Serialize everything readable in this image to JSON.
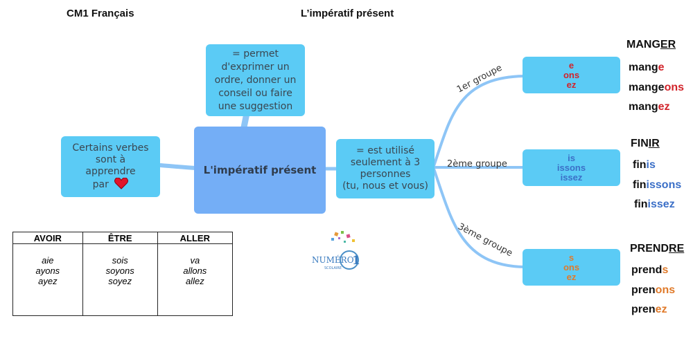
{
  "header": {
    "subject": "CM1 Français",
    "title": "L’impératif présent"
  },
  "nodes": {
    "center": "L'impératif présent",
    "definition": [
      "= permet",
      "d'exprimer un",
      "ordre, donner un",
      "conseil ou faire",
      "une suggestion"
    ],
    "usage": [
      "=  est utilisé",
      "seulement à 3",
      "personnes",
      "(tu, nous et vous)"
    ],
    "memorize": [
      "Certains verbes",
      "sont à",
      "apprendre",
      "par"
    ]
  },
  "branches": [
    {
      "label": "1er groupe",
      "endings": [
        "e",
        "ons",
        "ez"
      ],
      "color": "#d2232a"
    },
    {
      "label": "2ème groupe",
      "endings": [
        "is",
        "issons",
        "issez"
      ],
      "color": "#3b6fc7"
    },
    {
      "label": "3ème groupe",
      "endings": [
        "s",
        "ons",
        "ez"
      ],
      "color": "#e07a2a"
    }
  ],
  "verbs": [
    {
      "infinitive_base": "MANG",
      "infinitive_ending": "ER",
      "forms": [
        {
          "stem": "mang",
          "end": "e"
        },
        {
          "stem": "mange",
          "end": "ons"
        },
        {
          "stem": "mang",
          "end": "ez"
        }
      ],
      "color": "#d2232a"
    },
    {
      "infinitive_base": "FIN",
      "infinitive_ending": "IR",
      "forms": [
        {
          "stem": "fin",
          "end": "is"
        },
        {
          "stem": "fin",
          "end": "issons"
        },
        {
          "stem": "fin",
          "end": "issez"
        }
      ],
      "color": "#3b6fc7"
    },
    {
      "infinitive_base": "PREND",
      "infinitive_ending": "RE",
      "forms": [
        {
          "stem": "prend",
          "end": "s"
        },
        {
          "stem": "pren",
          "end": "ons"
        },
        {
          "stem": "pren",
          "end": "ez"
        }
      ],
      "color": "#e07a2a"
    }
  ],
  "table": {
    "headers": [
      "AVOIR",
      "ÊTRE",
      "ALLER"
    ],
    "columns": [
      [
        "aie",
        "ayons",
        "ayez"
      ],
      [
        "sois",
        "soyons",
        "soyez"
      ],
      [
        "va",
        "allons",
        "allez"
      ]
    ]
  },
  "logo": {
    "text_top": "NUMÉRO",
    "text_digit": "1",
    "text_bottom": "SCOLAIRE"
  },
  "colors": {
    "node": "#5bcbf5",
    "center": "#74aef6",
    "connector": "#8ec5f6",
    "heart": "#e0142a"
  },
  "icons": {
    "heart": "heart-icon"
  }
}
